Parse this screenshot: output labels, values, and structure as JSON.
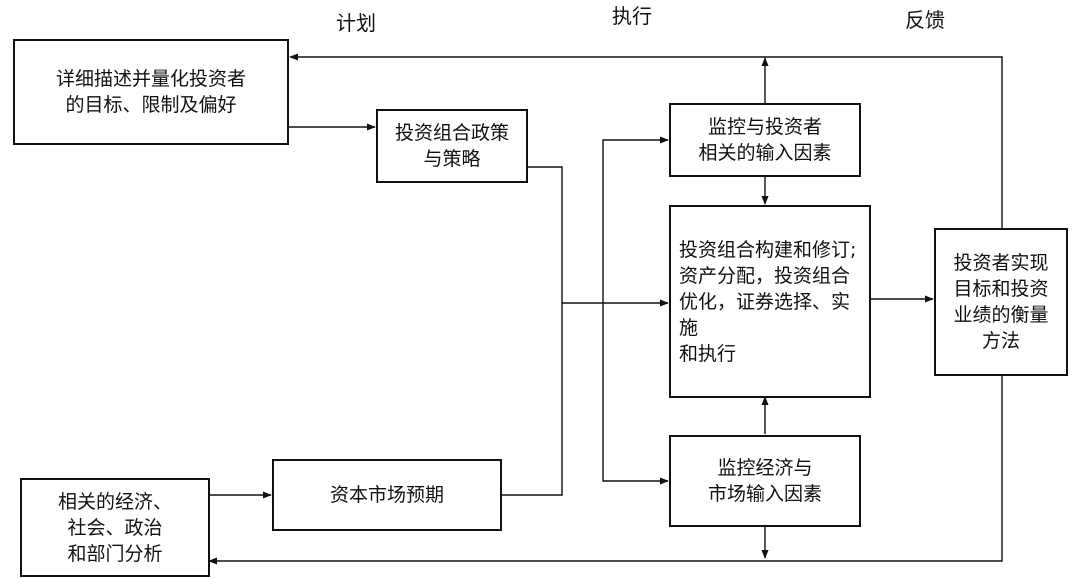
{
  "headers": {
    "plan": "计划",
    "execute": "执行",
    "feedback": "反馈"
  },
  "boxes": {
    "investor_objectives": "详细描述并量化投资者\n的目标、限制及偏好",
    "policy_strategy": "投资组合政策\n与策略",
    "monitor_investor": "监控与投资者\n相关的输入因素",
    "portfolio_construction": "投资组合构建和修订;\n资产分配，投资组合\n优化，证券选择、实施\n和执行",
    "performance_measurement": "投资者实现\n目标和投资\n业绩的衡量\n方法",
    "capital_market_expectations": "资本市场预期",
    "economic_analysis": "相关的经济、\n社会、政治\n和部门分析",
    "monitor_economic": "监控经济与\n市场输入因素"
  }
}
